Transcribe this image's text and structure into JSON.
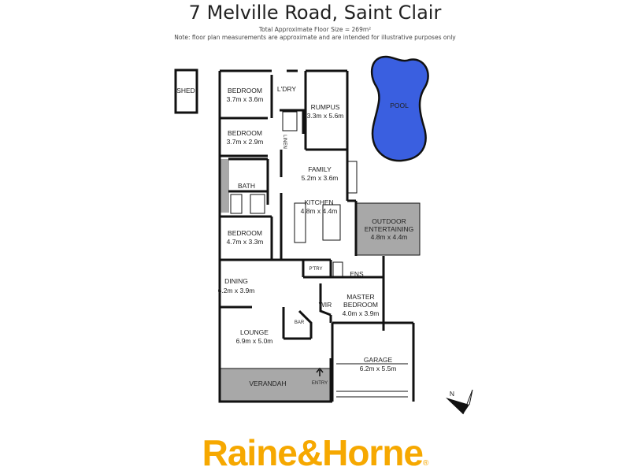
{
  "header": {
    "title": "7 Melville Road, Saint Clair",
    "floor_size": "Total Approximate Floor Size = 269m²",
    "note": "Note: floor plan measurements are approximate and are intended for illustrative purposes only"
  },
  "rooms": {
    "shed": {
      "name": "SHED"
    },
    "bedroom1": {
      "name": "BEDROOM",
      "size": "3.7m x 3.6m"
    },
    "laundry": {
      "name": "L'DRY"
    },
    "rumpus": {
      "name": "RUMPUS",
      "size": "3.3m x 5.6m"
    },
    "bedroom2": {
      "name": "BEDROOM",
      "size": "3.7m x 2.9m"
    },
    "linen": {
      "name": "LINEN"
    },
    "family": {
      "name": "FAMILY",
      "size": "5.2m x 3.6m"
    },
    "bath": {
      "name": "BATH"
    },
    "kitchen": {
      "name": "KITCHEN",
      "size": "4.8m x 4.4m"
    },
    "outdoor": {
      "name1": "OUTDOOR",
      "name2": "ENTERTAINING",
      "size": "4.8m x 4.4m"
    },
    "bedroom3": {
      "name": "BEDROOM",
      "size": "4.7m x 3.3m"
    },
    "pantry": {
      "name": "P'TRY"
    },
    "ensuite": {
      "name": "ENS"
    },
    "dining": {
      "name": "DINING",
      "size": "6.2m x 3.9m"
    },
    "wir": {
      "name": "WIR"
    },
    "master": {
      "name1": "MASTER",
      "name2": "BEDROOM",
      "size": "4.0m x 3.9m"
    },
    "bar": {
      "name": "BAR"
    },
    "lounge": {
      "name": "LOUNGE",
      "size": "6.9m x 5.0m"
    },
    "garage": {
      "name": "GARAGE",
      "size": "6.2m x 5.5m"
    },
    "verandah": {
      "name": "VERANDAH"
    },
    "entry": {
      "name": "ENTRY"
    },
    "pool": {
      "name": "POOL"
    }
  },
  "compass": {
    "label": "N"
  },
  "brand": {
    "logo_text": "Raine&Horne",
    "registered": "®"
  },
  "colors": {
    "pool": "#3a5fe0",
    "outdoor": "#a8a8a8",
    "brand": "#f6a800",
    "wall": "#111111"
  }
}
